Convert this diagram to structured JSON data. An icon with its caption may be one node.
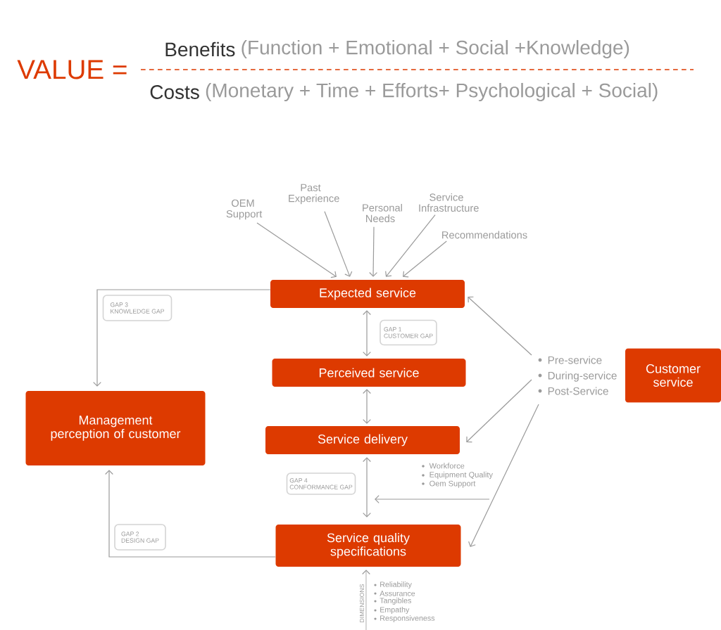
{
  "diagram": {
    "nodes": [
      {
        "text": [
          "OEM Support"
        ]
      },
      {
        "text": [
          "Past Experience"
        ]
      },
      {
        "text": [
          "Personal Needs"
        ]
      },
      {
        "text": [
          "Service Infrastructure"
        ]
      },
      {
        "text": [
          "Recommendations"
        ]
      },
      {
        "text": [
          "Expected service"
        ]
      },
      {
        "text": [
          "GAP 3",
          "KNOWLEDGE GAP"
        ]
      },
      {
        "text": [
          "GAP 1",
          "CUSTOMER GAP"
        ]
      },
      {
        "text": [
          "Perceived service"
        ]
      },
      {
        "text": [
          "Pre-service",
          "During-service",
          "Post-Service"
        ]
      },
      {
        "text": [
          "Customer service"
        ]
      },
      {
        "text": [
          "Management perception of customer"
        ]
      },
      {
        "text": [
          "Service delivery"
        ]
      },
      {
        "text": [
          "Workforce",
          "Equipment Quality",
          "Oem Support"
        ]
      },
      {
        "text": [
          "GAP 4",
          "CONFORMANCE GAP"
        ]
      },
      {
        "text": [
          "GAP 2",
          "DESIGN GAP"
        ]
      },
      {
        "text": [
          "Service quality specifications"
        ]
      }
    ],
    "edges": [
      {
        "from": 0,
        "to": 5,
        "arrow": "to"
      },
      {
        "from": 1,
        "to": 5,
        "arrow": "to"
      },
      {
        "from": 2,
        "to": 5,
        "arrow": "to"
      },
      {
        "from": 3,
        "to": 5,
        "arrow": "to"
      },
      {
        "from": 4,
        "to": 5,
        "arrow": "to"
      },
      {
        "from": 5,
        "to": 11,
        "arrow": "to"
      },
      {
        "from": 5,
        "to": 8,
        "arrow": "both"
      },
      {
        "from": 8,
        "to": 12,
        "arrow": "both"
      },
      {
        "from": 12,
        "to": 16,
        "arrow": "both"
      },
      {
        "from": 16,
        "to": 11,
        "arrow": "to"
      },
      {
        "from": 9,
        "to": 5,
        "arrow": "to"
      },
      {
        "from": 9,
        "to": 12,
        "arrow": "to"
      },
      {
        "from": 9,
        "to": 16,
        "arrow": "to"
      },
      {
        "from": 13,
        "to": null,
        "arrow": "to"
      },
      {
        "from": null,
        "to": 16,
        "arrow": "to"
      }
    ],
    "labels": [
      "VALUE =",
      "Benefits",
      "(Function + Emotional + Social +Knowledge)",
      "Costs",
      "(Monetary + Time + Efforts+ Psychological + Social)",
      "DIMENSIONS",
      "Reliability",
      "Assurance",
      "Tangibles",
      "Empathy",
      "Responsiveness"
    ]
  }
}
